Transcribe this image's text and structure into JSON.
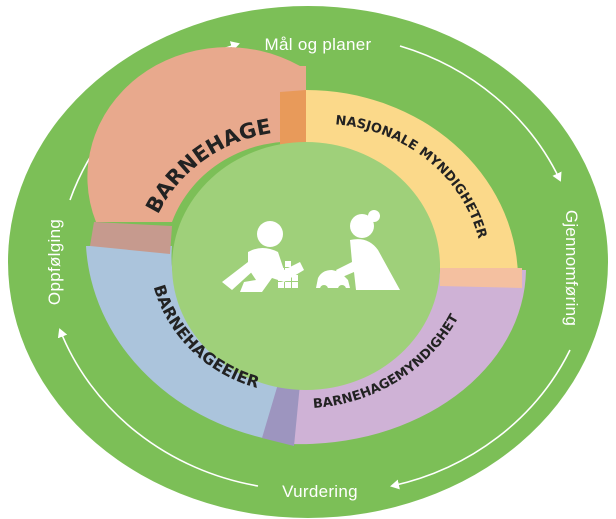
{
  "cycle": {
    "top": "Mål og planer",
    "right": "Gjennomføring",
    "bottom": "Vurdering",
    "left": "Oppfølging"
  },
  "sectors": {
    "barnehage": "BARNEHAGE",
    "nasjonale": "NASJONALE MYNDIGHETER",
    "myndighet": "BARNEHAGEMYNDIGHET",
    "eier": "BARNEHAGEEIER"
  },
  "colors": {
    "outer_green": "#7cbf57",
    "inner_green": "#9fd07a",
    "barnehage": "#e8a98d",
    "nasjonale": "#fbd98a",
    "myndighet": "#cfb2d6",
    "eier": "#abc4dc",
    "overlap_orange": "#e89a5a",
    "overlap_rose": "#c69a8e",
    "overlap_purple": "#9d95bf"
  },
  "icons": [
    "children-playing-icon"
  ]
}
